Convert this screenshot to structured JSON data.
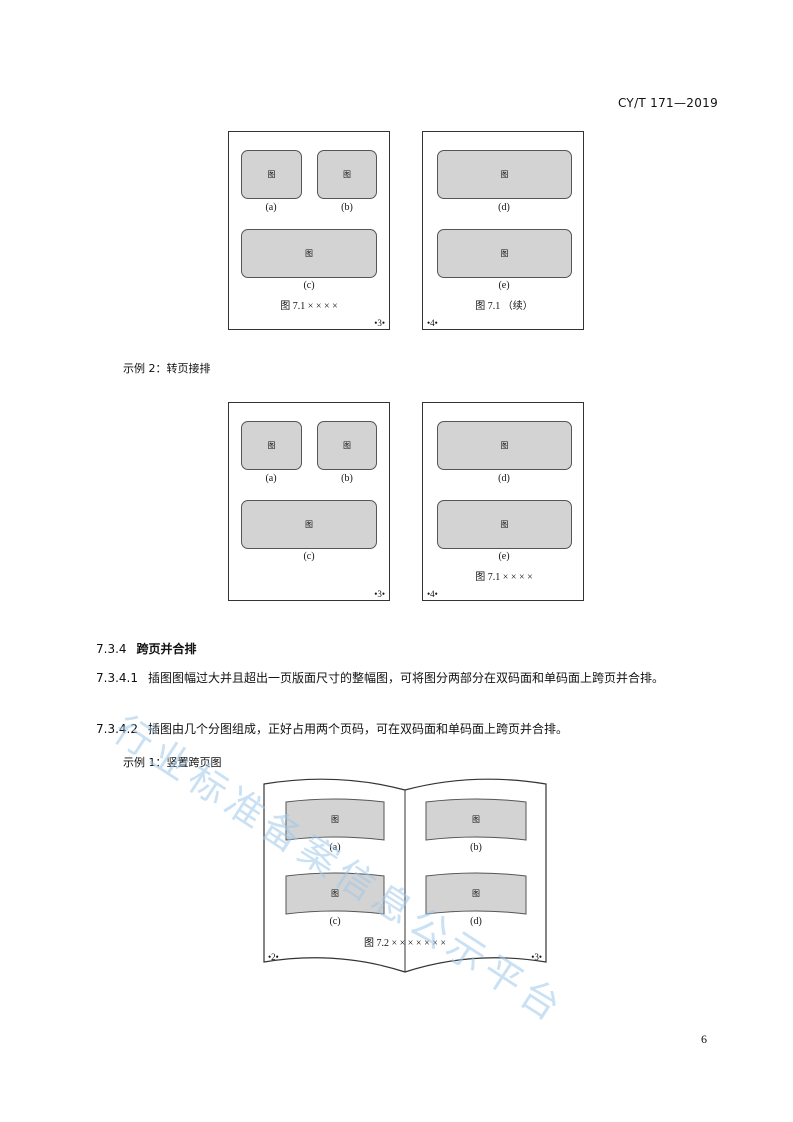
{
  "header": {
    "doc_code": "CY/T 171—2019"
  },
  "page_number": "6",
  "sub_figure_label": "图",
  "example1": {
    "left_panels": [
      "(a)",
      "(b)",
      "(c)"
    ],
    "right_panels": [
      "(d)",
      "(e)"
    ],
    "left_caption": "图 7.1  × × × ×",
    "right_caption": "图 7.1 （续）",
    "left_page_no": "•3•",
    "right_page_no": "•4•"
  },
  "example2": {
    "heading": "示例 2：转页接排",
    "left_panels": [
      "(a)",
      "(b)",
      "(c)"
    ],
    "right_panels": [
      "(d)",
      "(e)"
    ],
    "caption": "图 7.1  × × × ×",
    "left_page_no": "•3•",
    "right_page_no": "•4•"
  },
  "section": {
    "number": "7.3.4",
    "title": "跨页并合排"
  },
  "clauses": [
    {
      "number": "7.3.4.1",
      "text": "插图图幅过大并且超出一页版面尺寸的整幅图，可将图分两部分在双码面和单码面上跨页并合排。"
    },
    {
      "number": "7.3.4.2",
      "text": "插图由几个分图组成，正好占用两个页码，可在双码面和单码面上跨页并合排。"
    }
  ],
  "example3": {
    "heading": "示例 1：竖置跨页图",
    "panels": [
      "(a)",
      "(b)",
      "(c)",
      "(d)"
    ],
    "caption": "图 7.2  × × × × × × ×",
    "left_page_no": "•2•",
    "right_page_no": "•3•"
  },
  "watermark": "行业标准备案信息公示平台"
}
